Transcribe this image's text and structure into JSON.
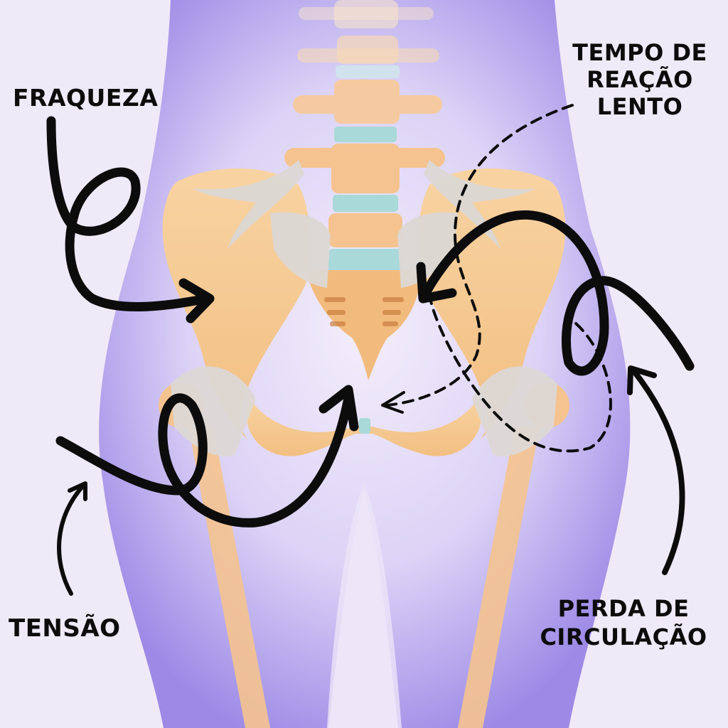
{
  "diagram": {
    "type": "anatomical illustration with annotations",
    "subject": "pelvis, lumbar spine and hip joints inside translucent body silhouette",
    "labels": {
      "weakness": "FRAQUEZA",
      "slow_reaction": [
        "TEMPO DE",
        "REAÇÃO",
        "LENTO"
      ],
      "tension": "TENSÃO",
      "circulation_loss": [
        "PERDA DE",
        "CIRCULAÇÃO"
      ]
    },
    "arrows": [
      {
        "from": "FRAQUEZA",
        "style": "solid-loop",
        "target": "left iliac wing"
      },
      {
        "from": "TEMPO DE REAÇÃO LENTO",
        "style": "dashed",
        "target": "pelvic center"
      },
      {
        "from": "TENSÃO",
        "style": "solid-loop",
        "target": "pubic area"
      },
      {
        "from": "PERDA DE CIRCULAÇÃO",
        "style": "solid-loop",
        "target": "sacrum"
      }
    ],
    "colors": {
      "background": "#efeaf7",
      "body_silhouette": "#a89ae8",
      "bone": "#f6c98f",
      "ligament": "#d9d6d4",
      "disc": "#a9d9d8",
      "ink": "#0c0c0c"
    }
  }
}
